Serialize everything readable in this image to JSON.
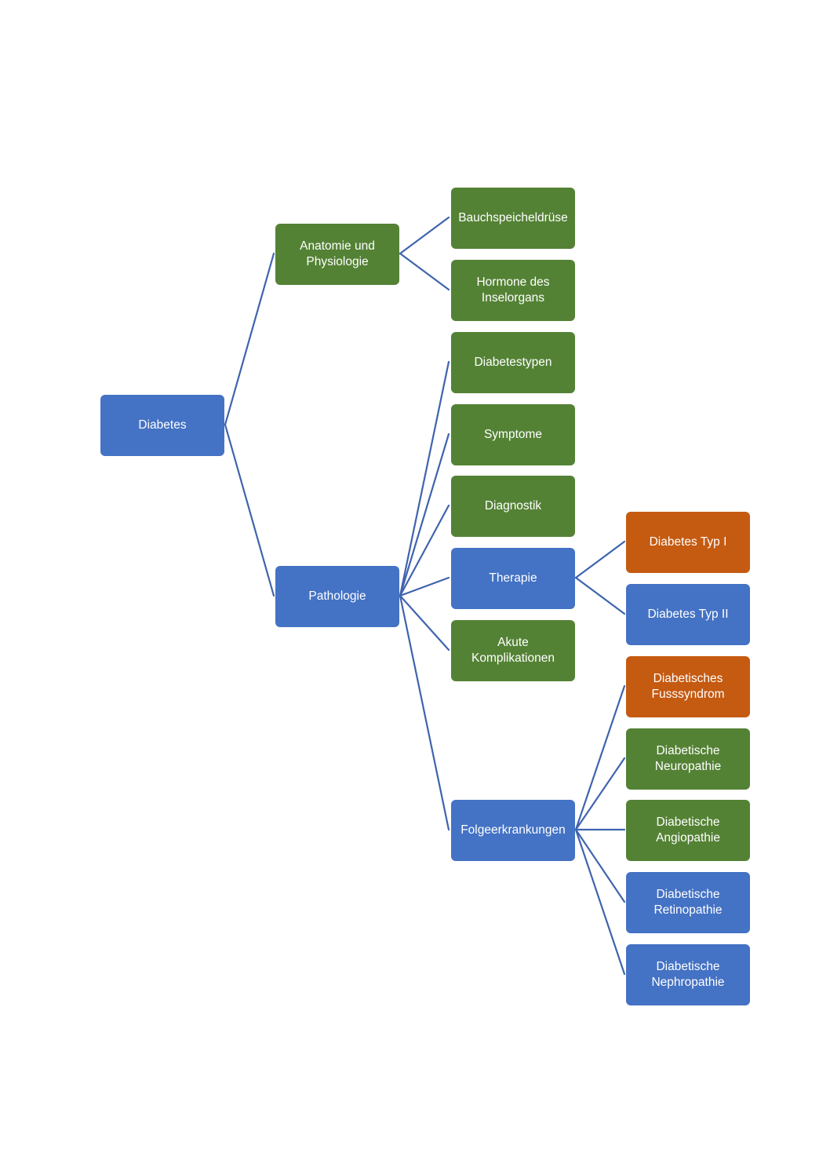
{
  "colors": {
    "blue": "#4472c4",
    "green": "#548235",
    "orange": "#c55a11",
    "connector": "#3f64ad"
  },
  "root": {
    "label": "Diabetes",
    "color": "blue"
  },
  "branches": {
    "anatomie": {
      "label": "Anatomie und\nPhysiologie",
      "color": "green",
      "children": {
        "bauch": {
          "label": "Bauchspeicheldrüse",
          "color": "green"
        },
        "hormone": {
          "label": "Hormone des\nInselorgans",
          "color": "green"
        }
      }
    },
    "pathologie": {
      "label": "Pathologie",
      "color": "blue",
      "children": {
        "typen": {
          "label": "Diabetestypen",
          "color": "green"
        },
        "symptome": {
          "label": "Symptome",
          "color": "green"
        },
        "diagnostik": {
          "label": "Diagnostik",
          "color": "green"
        },
        "therapie": {
          "label": "Therapie",
          "color": "blue",
          "children": {
            "typ1": {
              "label": "Diabetes Typ I",
              "color": "orange"
            },
            "typ2": {
              "label": "Diabetes Typ II",
              "color": "blue"
            }
          }
        },
        "akute": {
          "label": "Akute\nKomplikationen",
          "color": "green"
        },
        "folge": {
          "label": "Folgeerkrankungen",
          "color": "blue",
          "children": {
            "fuss": {
              "label": "Diabetisches\nFusssyndrom",
              "color": "orange"
            },
            "neuro": {
              "label": "Diabetische\nNeuropathie",
              "color": "green"
            },
            "angio": {
              "label": "Diabetische\nAngiopathie",
              "color": "green"
            },
            "retino": {
              "label": "Diabetische\nRetinopathie",
              "color": "blue"
            },
            "nephro": {
              "label": "Diabetische\nNephropathie",
              "color": "blue"
            }
          }
        }
      }
    }
  }
}
